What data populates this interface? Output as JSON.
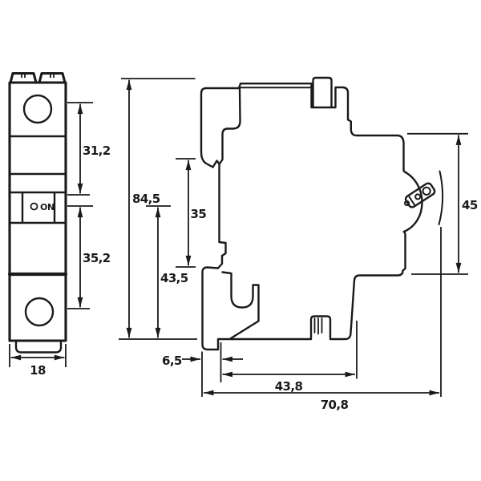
{
  "front_view": {
    "switch_label": "ON",
    "dims": {
      "upper_section": "31,2",
      "lower_section": "35,2",
      "width": "18"
    }
  },
  "side_view": {
    "dims": {
      "total_height": "84,5",
      "body_height": "43,5",
      "din_recess_height": "35",
      "front_part_height": "45",
      "hook_offset": "6,5",
      "lower_depth": "43,8",
      "total_depth": "70,8"
    }
  },
  "colors": {
    "line": "#1a1a1a",
    "background": "#ffffff"
  }
}
